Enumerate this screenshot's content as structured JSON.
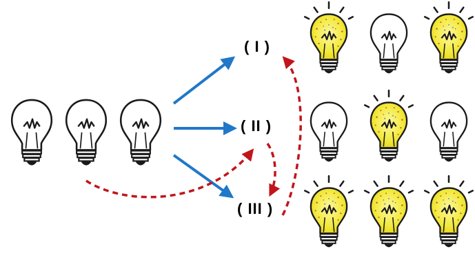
{
  "states": [
    {
      "id": "state-i",
      "label": "( I )"
    },
    {
      "id": "state-ii",
      "label": "( II )"
    },
    {
      "id": "state-iii",
      "label": "( III )"
    }
  ],
  "initial_bulbs": [
    "off",
    "off",
    "off"
  ],
  "final_grid": [
    [
      "on",
      "off",
      "on"
    ],
    [
      "off",
      "on",
      "off"
    ],
    [
      "on",
      "on",
      "on"
    ]
  ],
  "colors": {
    "solid_arrow": "#1f78c8",
    "dashed_arrow": "#c0161b",
    "bulb_glow": "#f2ea3c",
    "bulb_outline": "#1a1a1a"
  },
  "icons": [
    "lightbulb-off-icon",
    "lightbulb-on-icon"
  ]
}
